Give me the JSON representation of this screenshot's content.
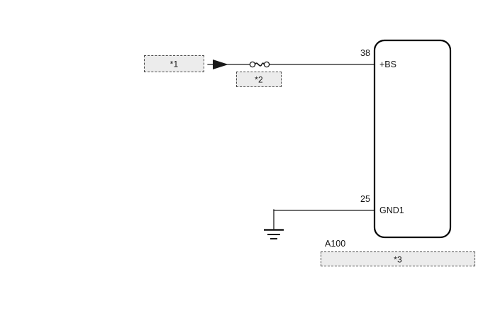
{
  "diagram": {
    "type": "automotive-wiring-diagram",
    "background_color": "#ffffff",
    "line_color": "#1a1a1a",
    "reference_box_fill": "#ececec",
    "reference_box_border": "#4a4a4a"
  },
  "references": {
    "source_label": "*1",
    "fuse_label": "*2",
    "connector_note_label": "*3"
  },
  "connector": {
    "id_label": "A100",
    "terminals": [
      {
        "pin": "38",
        "name": "+BS"
      },
      {
        "pin": "25",
        "name": "GND1"
      }
    ]
  },
  "symbols": {
    "power_arrow": "arrow-right-icon",
    "fuse": "fuse-icon",
    "ground": "ground-icon"
  }
}
